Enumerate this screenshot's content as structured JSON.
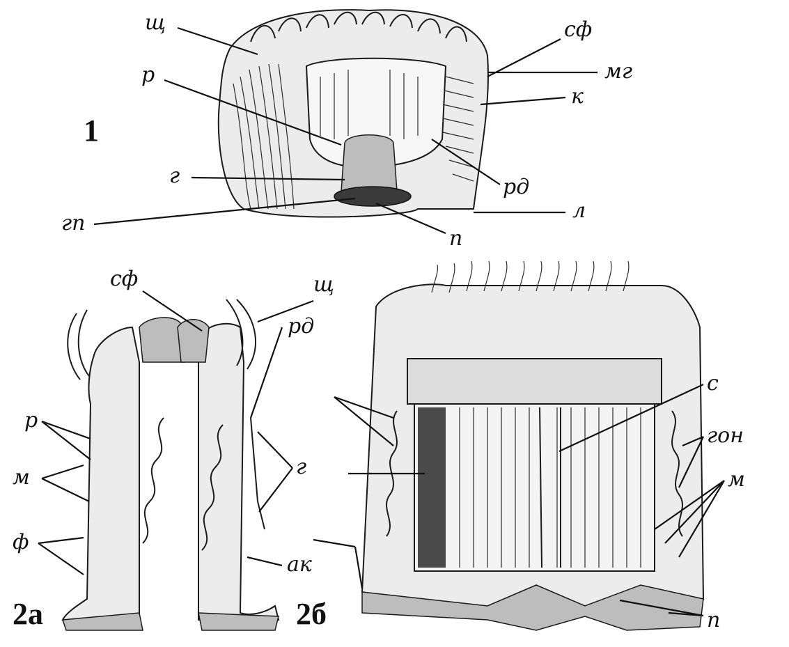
{
  "panels": {
    "p1": "1",
    "p2a": "2а",
    "p2b": "2б"
  },
  "labels": {
    "shch_1": "щ",
    "sf_1": "сф",
    "mg": "мг",
    "k": "к",
    "r_1": "р",
    "rd_1": "рд",
    "g_1": "г",
    "gp": "гп",
    "l": "л",
    "p_1": "п",
    "sf_2": "сф",
    "shch_2": "щ",
    "rd_2": "рд",
    "r_2": "р",
    "m_2": "м",
    "f": "ф",
    "g_2": "г",
    "ak": "ак",
    "s": "с",
    "gon": "гон",
    "m_3": "м",
    "p_2": "п"
  }
}
